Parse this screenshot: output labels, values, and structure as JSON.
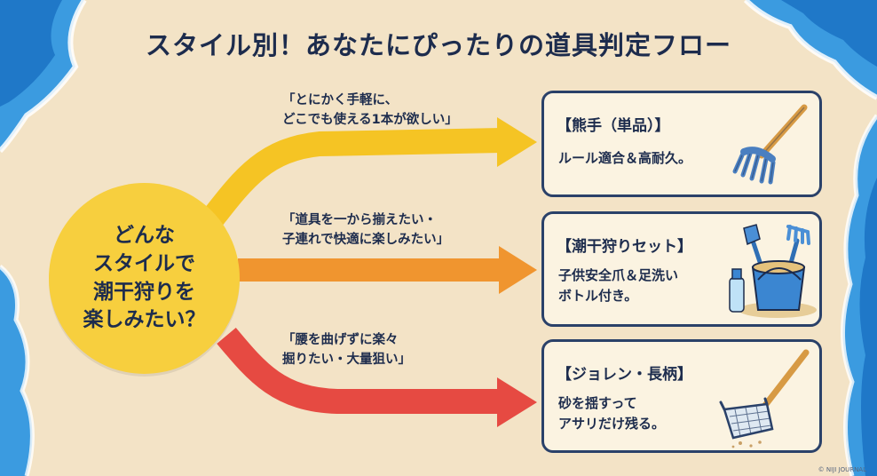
{
  "title": "スタイル別！あなたにぴったりの道具判定フロー",
  "start": {
    "text": "どんな\nスタイルで\n潮干狩りを\n楽しみたい？"
  },
  "colors": {
    "background": "#f3e3c6",
    "start_circle": "#f7cf3e",
    "arrow_top": "#f5c424",
    "arrow_middle": "#f0952f",
    "arrow_bottom": "#e64a42",
    "card_border": "#2a4169",
    "card_fill": "#fbf3e1",
    "text": "#1d2c4d",
    "sea": "#3b9be0"
  },
  "branches": [
    {
      "condition": "「とにかく手軽に、\nどこでも使える1本が欲しい」",
      "card_title": "【熊手（単品）】",
      "card_desc": "ルール適合＆高耐久。",
      "illustration": "rake-icon"
    },
    {
      "condition": "「道具を一から揃えたい・\n子連れで快適に楽しみたい」",
      "card_title": "【潮干狩りセット】",
      "card_desc": "子供安全爪＆足洗い\nボトル付き。",
      "illustration": "bucket-set-icon"
    },
    {
      "condition": "「腰を曲げずに楽々\n掘りたい・大量狙い」",
      "card_title": "【ジョレン・長柄】",
      "card_desc": "砂を揺すって\nアサリだけ残る。",
      "illustration": "joren-sieve-icon"
    }
  ],
  "credit": "© NIJI JOURNAL"
}
